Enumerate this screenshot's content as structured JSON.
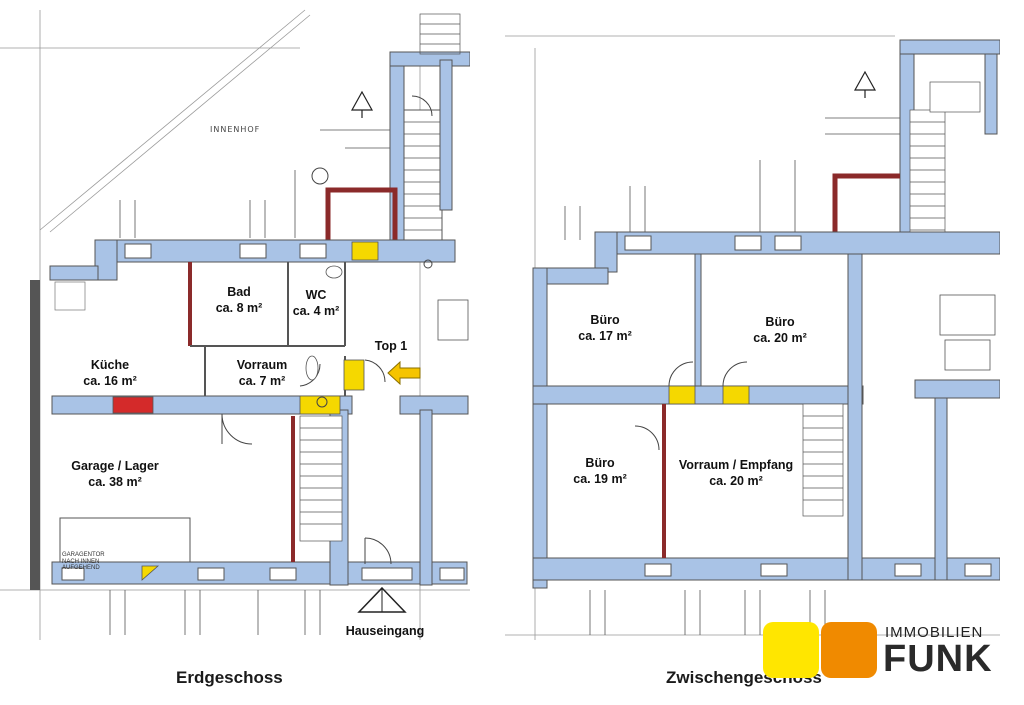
{
  "floor_plans": [
    {
      "caption": "Erdgeschoss",
      "rooms": [
        {
          "name": "Bad",
          "area": "ca. 8 m²"
        },
        {
          "name": "WC",
          "area": "ca. 4 m²"
        },
        {
          "name": "Küche",
          "area": "ca. 16 m²"
        },
        {
          "name": "Vorraum",
          "area": "ca. 7 m²"
        },
        {
          "name": "Garage / Lager",
          "area": "ca. 38 m²"
        }
      ],
      "labels": {
        "unit": "Top 1",
        "entrance": "Hauseingang",
        "courtyard": "INNENHOF",
        "garage_note": "GARAGENTOR NACH INNEN AUFGEHEND"
      }
    },
    {
      "caption": "Zwischengeschoss",
      "rooms": [
        {
          "name": "Büro",
          "area": "ca. 17 m²"
        },
        {
          "name": "Büro",
          "area": "ca. 20 m²"
        },
        {
          "name": "Büro",
          "area": "ca. 19 m²"
        },
        {
          "name": "Vorraum / Empfang",
          "area": "ca. 20 m²"
        }
      ]
    }
  ],
  "logo": {
    "word_top": "IMMOBILIEN",
    "word_bottom": "FUNK",
    "colors": {
      "yellow": "#ffe600",
      "orange": "#f08a00"
    }
  },
  "colors": {
    "wall": "#a9c3e6",
    "wall_outline": "#555555",
    "highlight_yellow": "#f5d800",
    "highlight_red": "#d42a2a",
    "dark_red_wall": "#8b2a2a",
    "arrow": "#f5c400"
  }
}
